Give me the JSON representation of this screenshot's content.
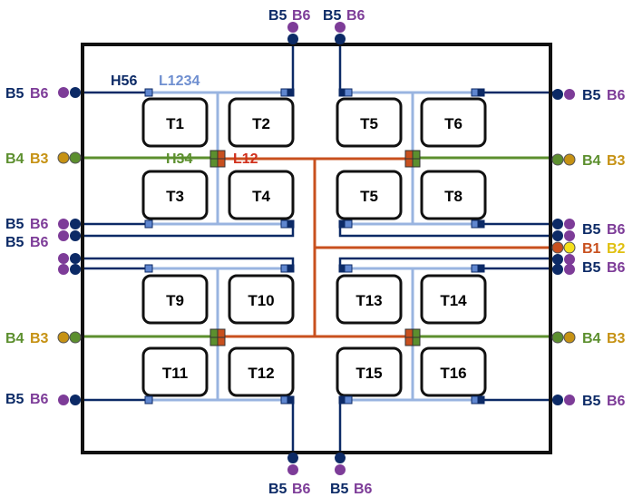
{
  "colors": {
    "border": "#111111",
    "b5": "#0c2a66",
    "b6": "#7d3c98",
    "b4": "#5c8f2e",
    "b3": "#c69214",
    "b1": "#c8501e",
    "b2": "#f4e01a",
    "light_bus": "#99b4e0",
    "tile_stroke": "#111111"
  },
  "tiles": {
    "t1": "T1",
    "t2": "T2",
    "t3": "T3",
    "t4": "T4",
    "t5a": "T5",
    "t6": "T6",
    "t5b": "T5",
    "t8": "T8",
    "t9": "T9",
    "t10": "T10",
    "t11": "T11",
    "t12": "T12",
    "t13": "T13",
    "t14": "T14",
    "t15": "T15",
    "t16": "T16"
  },
  "bus_labels": {
    "h56": "H56",
    "l1234": "L1234",
    "h34": "H34",
    "l12": "L12"
  },
  "pin_labels": {
    "b5": "B5",
    "b6": "B6",
    "b4": "B4",
    "b3": "B3",
    "b1": "B1",
    "b2": "B2"
  }
}
